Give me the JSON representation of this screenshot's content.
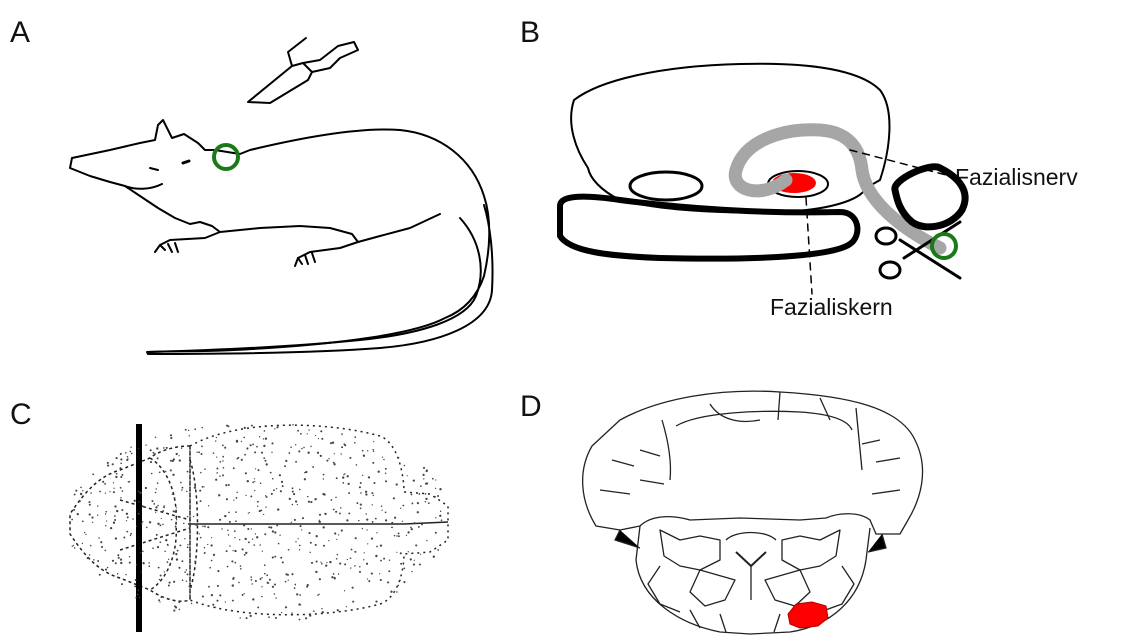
{
  "panels": {
    "a": {
      "label": "A"
    },
    "b": {
      "label": "B",
      "nerve_label": "Fazialisnerv",
      "nucleus_label": "Fazialiskern"
    },
    "c": {
      "label": "C"
    },
    "d": {
      "label": "D"
    }
  },
  "colors": {
    "line": "#000000",
    "nucleus": "#ff0000",
    "marker": "#1a7a1a",
    "nerve": "#a6a6a6"
  },
  "icons": [
    "scalpel-icon",
    "scissors-icon"
  ]
}
